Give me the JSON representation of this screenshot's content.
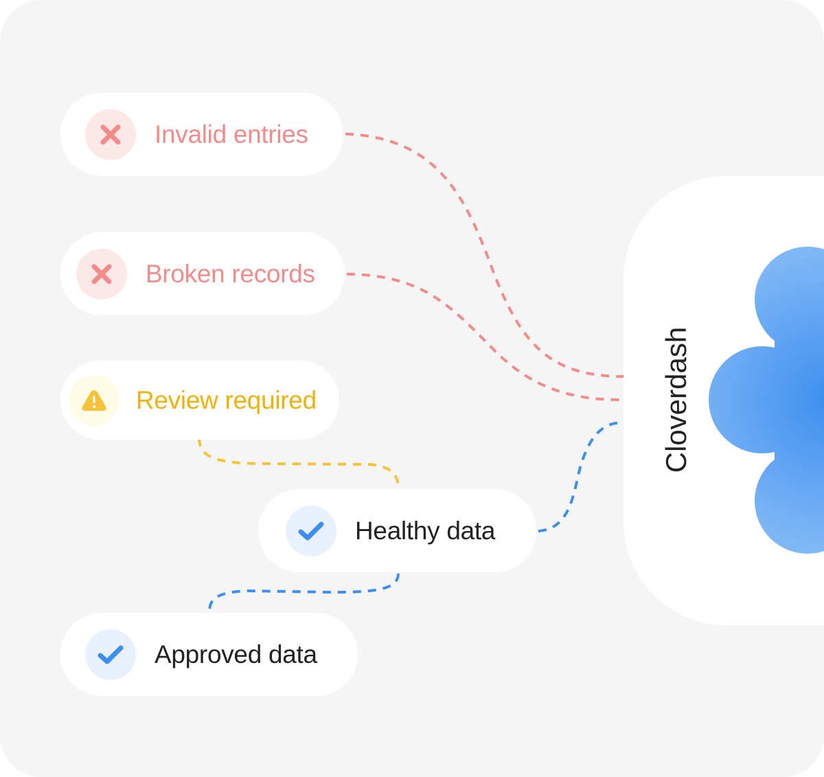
{
  "items": [
    {
      "label": "Invalid entries",
      "status": "error",
      "icon": "x-icon",
      "color": "#f28b8b",
      "icon_bg": "#fde8e8"
    },
    {
      "label": "Broken records",
      "status": "error",
      "icon": "x-icon",
      "color": "#f28b8b",
      "icon_bg": "#fde8e8"
    },
    {
      "label": "Review required",
      "status": "warning",
      "icon": "warning-icon",
      "color": "#edb20e",
      "icon_bg": "#fefbe6"
    },
    {
      "label": "Healthy data",
      "status": "ok",
      "icon": "check-icon",
      "color": "#222222",
      "icon_bg": "#e8f1fd"
    },
    {
      "label": "Approved data",
      "status": "ok",
      "icon": "check-icon",
      "color": "#222222",
      "icon_bg": "#e8f1fd"
    }
  ],
  "target": {
    "label": "Cloverdash",
    "logo": "clover-logo",
    "accent": "#4499f5"
  },
  "colors": {
    "error": "#f28b8b",
    "warning": "#f5c33b",
    "ok": "#3d8fef"
  }
}
